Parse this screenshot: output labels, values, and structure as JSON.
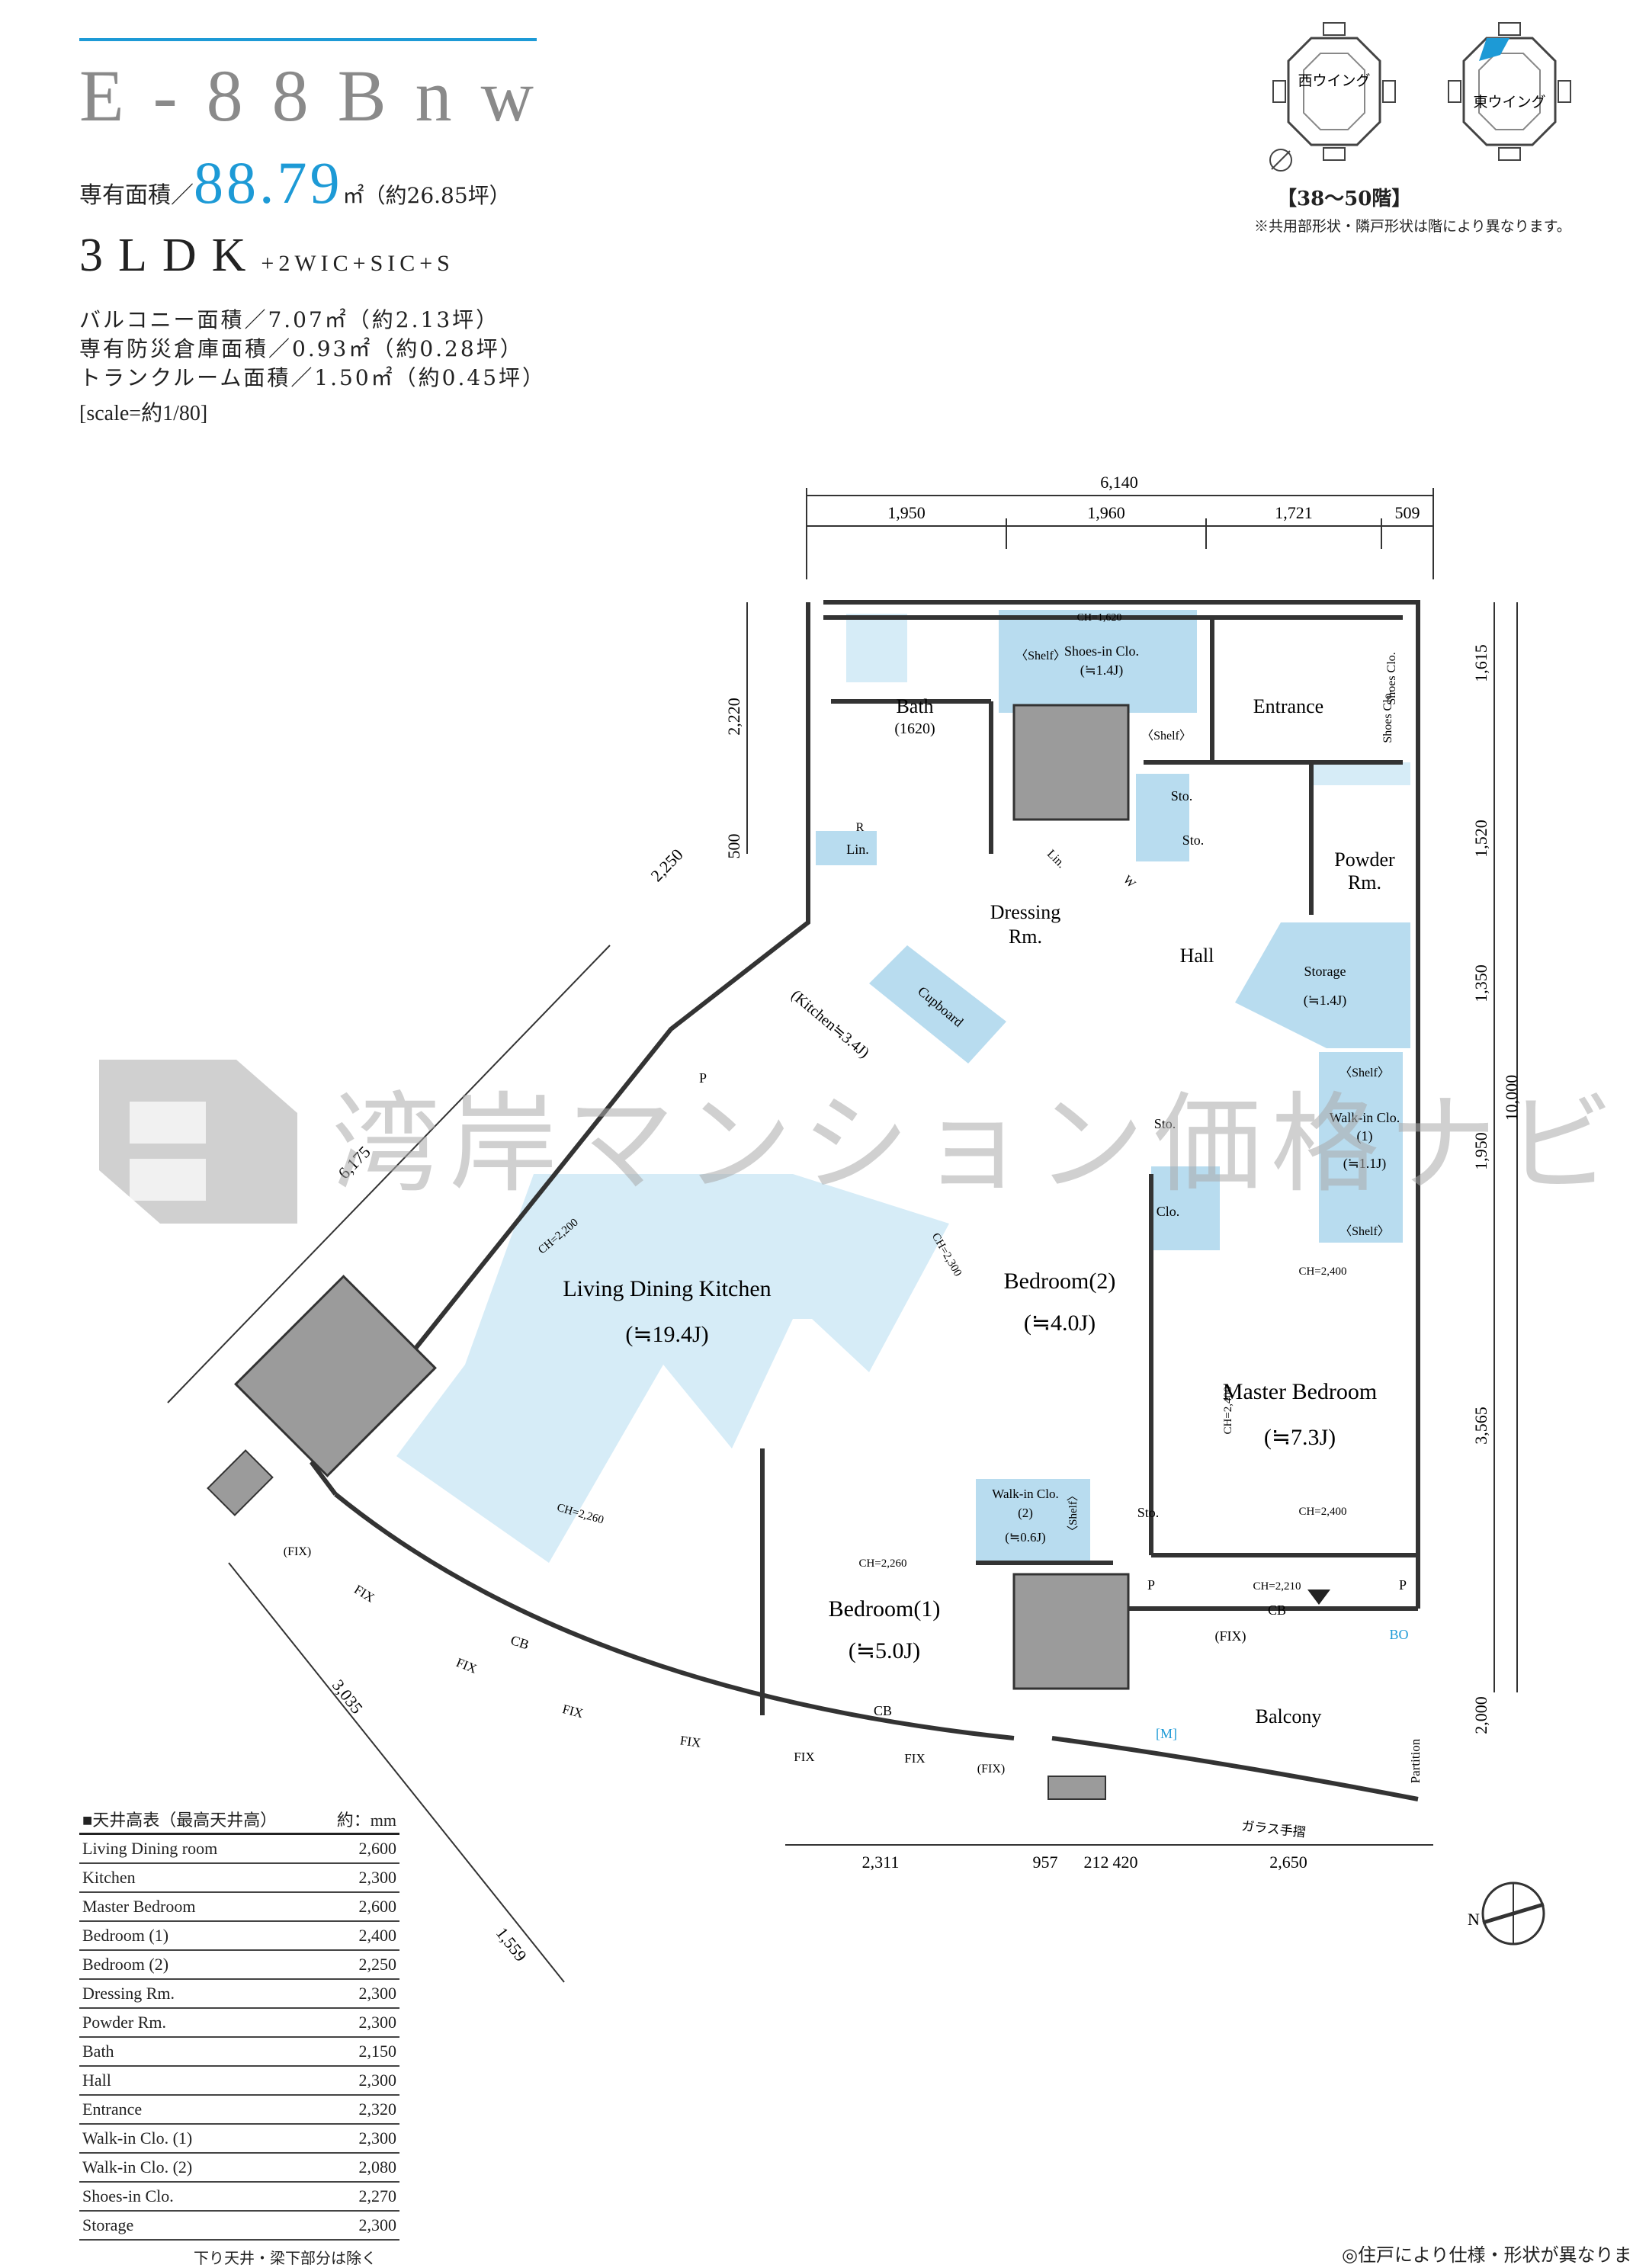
{
  "plan": {
    "code": "E-88Bnw",
    "area_label": "専有面積／",
    "area_value": "88.79",
    "area_unit": "㎡（約26.85坪）",
    "layout": "3LDK",
    "layout_extra": "+2WIC+SIC+S",
    "specs": [
      "バルコニー面積／7.07㎡（約2.13坪）",
      "専有防災倉庫面積／0.93㎡（約0.28坪）",
      "トランクルーム面積／1.50㎡（約0.45坪）"
    ],
    "scale": "[scale=約1/80]"
  },
  "wings": {
    "west": "西ウイング",
    "east": "東ウイング",
    "floors": "【38〜50階】",
    "note": "※共用部形状・隣戸形状は階により異なります。"
  },
  "watermark": "湾岸マンション価格ナビ",
  "dimensions": {
    "top_total": "6,140",
    "top": [
      "1,950",
      "1,960",
      "1,721",
      "509"
    ],
    "right_total": "10,000",
    "right": [
      "1,615",
      "1,520",
      "1,350",
      "1,950",
      "3,565",
      "2,000"
    ],
    "left": [
      "2,220",
      "500"
    ],
    "diag": [
      "2,250",
      "6,175",
      "3,035",
      "1,559"
    ],
    "bottom": [
      "2,311",
      "957",
      "212",
      "420",
      "2,650"
    ]
  },
  "rooms": {
    "ldk": "Living Dining Kitchen",
    "ldk_size": "(≒19.4J)",
    "kitchen": "(Kitchen≒3.4J)",
    "cupboard": "Cupboard",
    "bath": "Bath",
    "bath_size": "(1620)",
    "dressing": "Dressing",
    "dressing2": "Rm.",
    "shoes_clo": "Shoes-in Clo.",
    "shoes_size": "(≒1.4J)",
    "shelf": "〈Shelf〉",
    "entrance": "Entrance",
    "shoes_clo_small": "Shoes Clo.",
    "shoes_small2": "Shoes Clo.",
    "powder": "Powder",
    "powder2": "Rm.",
    "hall": "Hall",
    "storage": "Storage",
    "storage_size": "(≒1.4J)",
    "wic1": "Walk-in Clo.",
    "wic1_num": "(1)",
    "wic1_size": "(≒1.1J)",
    "bed2": "Bedroom(2)",
    "bed2_size": "(≒4.0J)",
    "master": "Master Bedroom",
    "master_size": "(≒7.3J)",
    "wic2": "Walk-in Clo.",
    "wic2_num": "(2)",
    "wic2_size": "(≒0.6J)",
    "bed1": "Bedroom(1)",
    "bed1_size": "(≒5.0J)",
    "balcony": "Balcony",
    "sto": "Sto.",
    "lin": "Lin.",
    "clo": "Clo.",
    "partition": "Partition",
    "glass_rail": "ガラス手摺",
    "fix": "FIX",
    "fix_paren": "(FIX)",
    "cb": "CB",
    "p": "P",
    "r": "R",
    "w": "W",
    "m": "[M]",
    "bo": "BO",
    "ch_2200": "CH=2,200",
    "ch_2300": "CH=2,300",
    "ch_2260": "CH=2,260",
    "ch_2400": "CH=2,400",
    "ch_2210": "CH=2,210",
    "ch_1620": "CH=1,620"
  },
  "ceiling_table": {
    "header": "■天井高表（最高天井高）",
    "unit": "約：mm",
    "rows": [
      {
        "room": "Living Dining room",
        "value": "2,600"
      },
      {
        "room": "Kitchen",
        "value": "2,300"
      },
      {
        "room": "Master Bedroom",
        "value": "2,600"
      },
      {
        "room": "Bedroom (1)",
        "value": "2,400"
      },
      {
        "room": "Bedroom (2)",
        "value": "2,250"
      },
      {
        "room": "Dressing Rm.",
        "value": "2,300"
      },
      {
        "room": "Powder Rm.",
        "value": "2,300"
      },
      {
        "room": "Bath",
        "value": "2,150"
      },
      {
        "room": "Hall",
        "value": "2,300"
      },
      {
        "room": "Entrance",
        "value": "2,320"
      },
      {
        "room": "Walk-in Clo. (1)",
        "value": "2,300"
      },
      {
        "room": "Walk-in Clo. (2)",
        "value": "2,080"
      },
      {
        "room": "Shoes-in Clo.",
        "value": "2,270"
      },
      {
        "room": "Storage",
        "value": "2,300"
      }
    ],
    "footer": "下り天井・梁下部分は除く"
  },
  "footnote": "◎住戸により仕様・形状が異なります。",
  "compass": "N",
  "colors": {
    "accent": "#1d9ad6",
    "room_fill": "#d6ecf7",
    "storage_fill": "#b8dcef",
    "column": "#9b9b9b"
  }
}
